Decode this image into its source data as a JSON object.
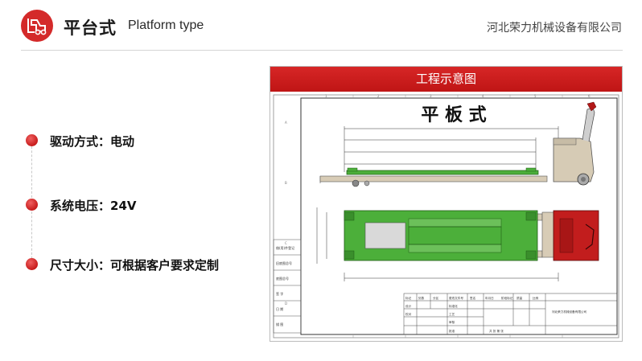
{
  "header": {
    "title_cn": "平台式",
    "title_en": "Platform type",
    "company": "河北荣力机械设备有限公司",
    "logo_icon": "forklift-icon",
    "accent": "#d42a2a"
  },
  "specs": [
    {
      "label": "驱动方式：电动"
    },
    {
      "label": "系统电压：24V"
    },
    {
      "label": "尺寸大小：可根据客户要求定制"
    }
  ],
  "panel": {
    "title": "工程示意图",
    "drawing_title": "平 板 式",
    "border_numbers": [
      "1",
      "2",
      "3",
      "4",
      "5",
      "6"
    ],
    "border_letters": [
      "A",
      "B",
      "C",
      "D"
    ],
    "left_labels": [
      "借(用)件登记",
      "旧底图总号",
      "底图总号",
      "签  字",
      "日  期",
      "描 图"
    ],
    "title_block": {
      "cells": [
        "标记",
        "处数",
        "分区",
        "更改文件号",
        "签名",
        "年月日",
        "阶段标记",
        "质量",
        "比例",
        "设计",
        "标准化",
        "校对",
        "工艺",
        "审核",
        "批准"
      ],
      "company": "河北荣力机械设备有限公司",
      "sheet": "共 张  第 张"
    }
  }
}
